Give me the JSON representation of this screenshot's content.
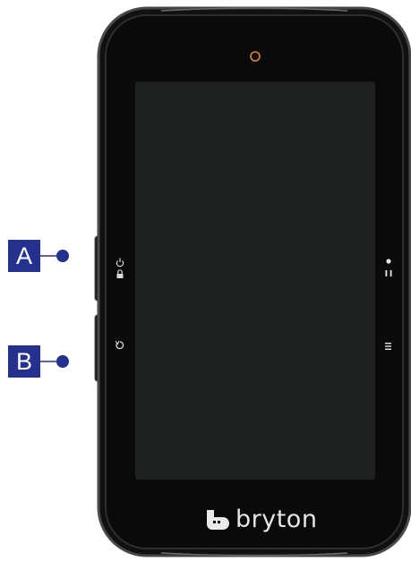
{
  "callouts": {
    "a": {
      "label": "A",
      "points_to": "power-lock-button"
    },
    "b": {
      "label": "B",
      "points_to": "lap-back-button"
    }
  },
  "device": {
    "brand": "bryton",
    "colors": {
      "body": "#0b0b0b",
      "bezel": "#2e2e2e",
      "screen": "#1f2120",
      "camera_ring": "#e0852a",
      "callout": "#25318f",
      "icon": "#d9d9d9"
    }
  },
  "buttons": {
    "left_upper": [
      "power-icon",
      "lock-icon"
    ],
    "left_lower": [
      "lap-back-icon"
    ],
    "right_upper": [
      "record-dot-icon",
      "pause-icon"
    ],
    "right_lower": [
      "menu-icon"
    ]
  }
}
